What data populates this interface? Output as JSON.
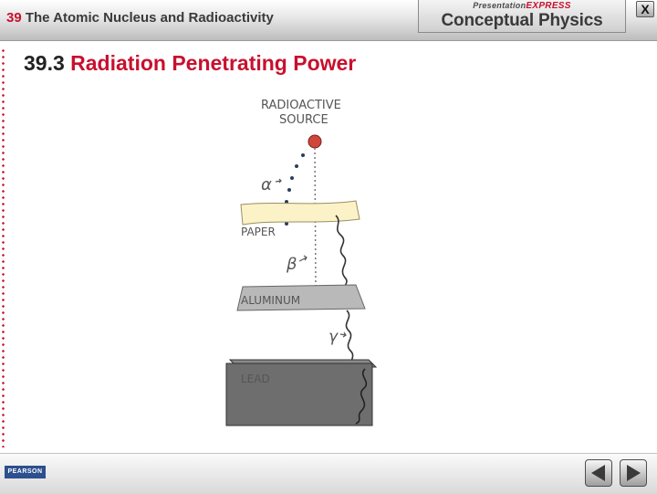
{
  "header": {
    "chapter_number": "39",
    "chapter_title": "The Atomic Nucleus and Radioactivity",
    "brand_prefix": "Presentation",
    "brand_express": "EXPRESS",
    "brand_main": "Conceptual Physics",
    "close_label": "X"
  },
  "slide": {
    "section_number": "39.3",
    "title": "Radiation Penetrating Power"
  },
  "diagram": {
    "source_label_line1": "RADIOACTIVE",
    "source_label_line2": "SOURCE",
    "alpha_symbol": "α",
    "beta_symbol": "β",
    "gamma_symbol": "γ",
    "paper_label": "PAPER",
    "aluminum_label": "ALUMINUM",
    "lead_label": "LEAD",
    "colors": {
      "source": "#d0463a",
      "alpha_dots": "#2b3d5c",
      "paper": "#fbf2c8",
      "aluminum": "#b9b9b9",
      "lead": "#6e6e6e"
    }
  },
  "footer": {
    "publisher": "PEARSON",
    "prev_icon": "prev-triangle-icon",
    "next_icon": "next-triangle-icon"
  }
}
